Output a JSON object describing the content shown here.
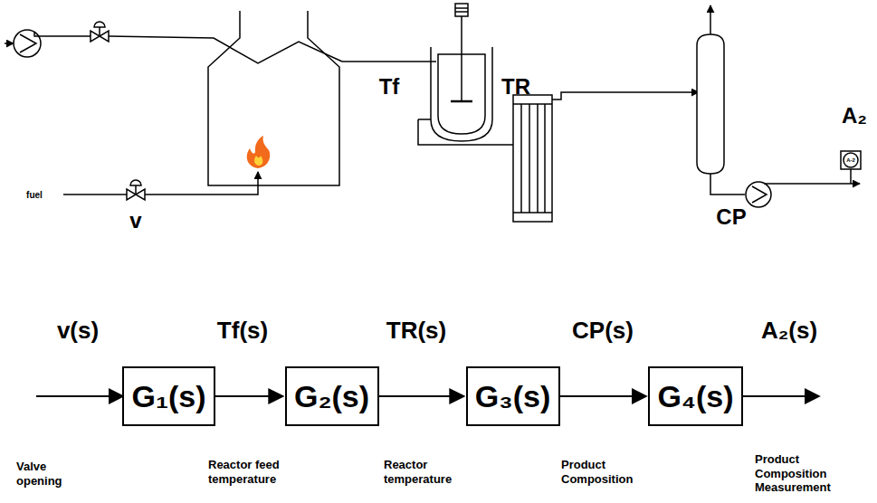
{
  "diagram": {
    "nodes": [
      {
        "text": [
          "G₁(s)"
        ]
      },
      {
        "text": [
          "G₂(s)"
        ]
      },
      {
        "text": [
          "G₃(s)"
        ]
      },
      {
        "text": [
          "G₄(s)"
        ]
      }
    ],
    "edges": [
      {
        "from": 0,
        "to": 1,
        "arrow": "to"
      },
      {
        "from": 1,
        "to": 2,
        "arrow": "to"
      },
      {
        "from": 2,
        "to": 3,
        "arrow": "to"
      }
    ],
    "labels": [
      "Tf",
      "TR",
      "fuel",
      "v",
      "A₂",
      "A-2",
      "CP",
      "v(s)",
      "Tf(s)",
      "TR(s)",
      "CP(s)",
      "A₂(s)",
      "Valve opening",
      "Reactor feed temperature",
      "Reactor temperature",
      "Product Composition",
      "Product Composition Measurement"
    ]
  }
}
